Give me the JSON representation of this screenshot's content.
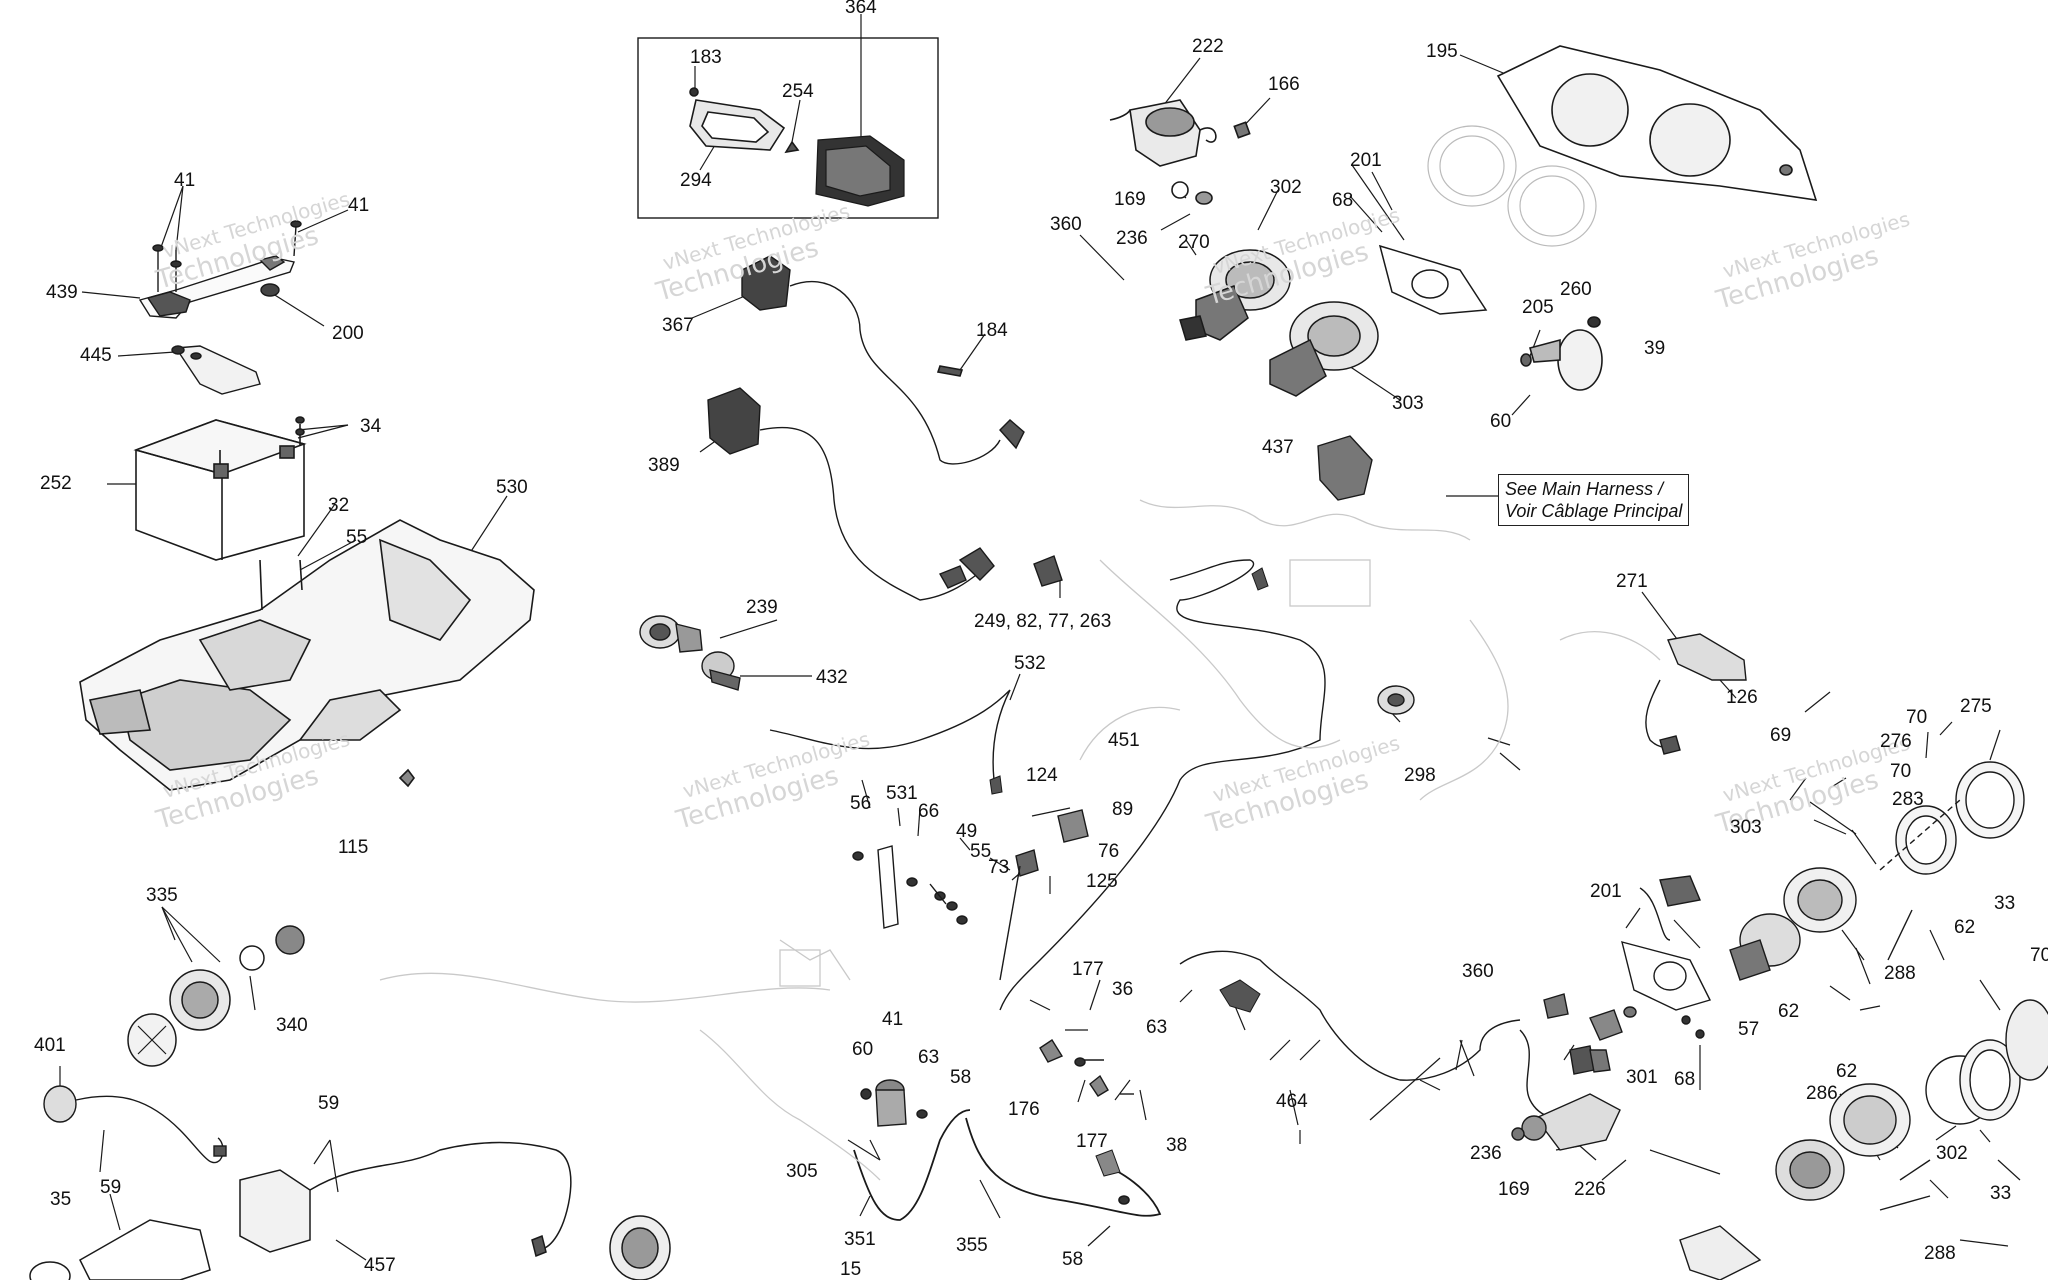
{
  "diagram": {
    "note_line1": "See Main Harness /",
    "note_line2": "Voir Câblage Principal",
    "watermark_line1": "vNext Technologies",
    "watermark_line2": "Technologies",
    "part_labels": [
      "364",
      "183",
      "254",
      "294",
      "222",
      "166",
      "195",
      "41",
      "41",
      "439",
      "200",
      "445",
      "169",
      "236",
      "270",
      "302",
      "68",
      "201",
      "360",
      "367",
      "184",
      "303",
      "205",
      "260",
      "39",
      "60",
      "34",
      "252",
      "32",
      "55",
      "530",
      "389",
      "437",
      "239",
      "432",
      "249, 82, 77, 263",
      "271",
      "126",
      "69",
      "532",
      "451",
      "298",
      "70",
      "275",
      "276",
      "70",
      "283",
      "303",
      "56",
      "531",
      "66",
      "49",
      "55",
      "124",
      "89",
      "76",
      "73",
      "125",
      "115",
      "33",
      "62",
      "201",
      "288",
      "335",
      "340",
      "360",
      "62",
      "57",
      "177",
      "36",
      "41",
      "60",
      "63",
      "58",
      "401",
      "63",
      "305",
      "176",
      "177",
      "38",
      "68",
      "301",
      "464",
      "70",
      "236",
      "169",
      "226",
      "62",
      "286",
      "302",
      "59",
      "35",
      "59",
      "457",
      "351",
      "355",
      "58",
      "33",
      "288",
      "15"
    ]
  }
}
